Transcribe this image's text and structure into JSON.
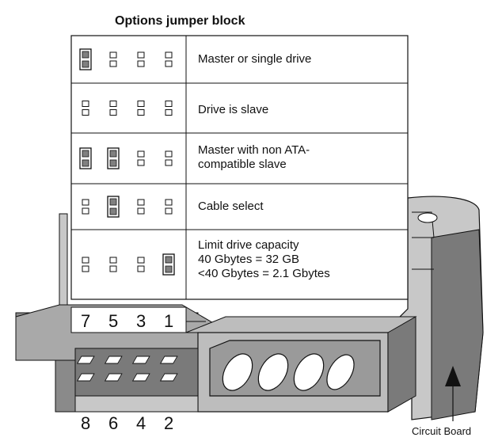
{
  "title": "Options jumper block",
  "options": [
    {
      "label": "Master or single drive",
      "jumpers": [
        true,
        false,
        false,
        false
      ]
    },
    {
      "label": "Drive is slave",
      "jumpers": [
        false,
        false,
        false,
        false
      ]
    },
    {
      "label": "Master with non ATA-\ncompatible slave",
      "jumpers": [
        true,
        true,
        false,
        false
      ]
    },
    {
      "label": "Cable select",
      "jumpers": [
        false,
        true,
        false,
        false
      ]
    },
    {
      "label": "Limit drive capacity\n40 Gbytes = 32 GB\n<40 Gbytes = 2.1 Gbytes",
      "jumpers": [
        false,
        false,
        false,
        true
      ]
    }
  ],
  "pins_top": [
    "7",
    "5",
    "3",
    "1"
  ],
  "pins_bottom": [
    "8",
    "6",
    "4",
    "2"
  ],
  "callout": "Circuit Board",
  "colors": {
    "line": "#111111",
    "drive_light": "#c8c8c8",
    "drive_dark": "#7a7a7a",
    "jumper_fill": "#808080"
  }
}
